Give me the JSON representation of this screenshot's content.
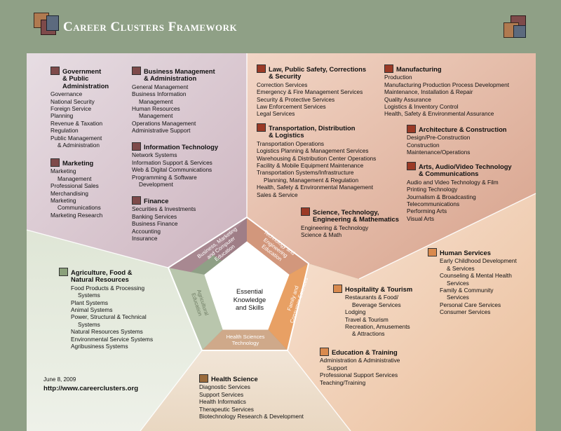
{
  "header": {
    "title": "Career Clusters Framework",
    "bg_color": "#8fa086"
  },
  "center": {
    "label": "Essential\nKnowledge\nand Skills"
  },
  "pathways": {
    "business": "Business, Marketing\nand Computer\nEducation",
    "technology": "Technology and\nEngineering\nEducation",
    "family": "Family and\nConsumer Sciences",
    "health": "Health Sciences\nTechnology",
    "agricultural": "Agricultural\nEducation"
  },
  "clusters": {
    "government": {
      "title": "Government\n& Public\nAdministration",
      "color": "#7e4a4a",
      "items": [
        "Governance",
        "National Security",
        "Foreign Service",
        "Planning",
        "Revenue & Taxation",
        "Regulation",
        "Public Management\n& Administration"
      ]
    },
    "business_mgmt": {
      "title": "Business Management\n& Administration",
      "color": "#7e4a4a",
      "items": [
        "General Management",
        "Business Information\nManagement",
        "Human Resources\nManagement",
        "Operations Management",
        "Administrative Support"
      ]
    },
    "marketing": {
      "title": "Marketing",
      "color": "#7e4a4a",
      "items": [
        "Marketing\nManagement",
        "Professional Sales",
        "Merchandising",
        "Marketing\nCommunications",
        "Marketing Research"
      ]
    },
    "info_tech": {
      "title": "Information Technology",
      "color": "#7e4a4a",
      "items": [
        "Network Systems",
        "Information Support & Services",
        "Web & Digital Communications",
        "Programming & Software\nDevelopment"
      ]
    },
    "finance": {
      "title": "Finance",
      "color": "#7e4a4a",
      "items": [
        "Securities & Investments",
        "Banking Services",
        "Business Finance",
        "Accounting",
        "Insurance"
      ]
    },
    "law": {
      "title": "Law, Public Safety, Corrections\n& Security",
      "color": "#9b3a26",
      "items": [
        "Correction Services",
        "Emergency & Fire Management Services",
        "Security & Protective Services",
        "Law Enforcement Services",
        "Legal Services"
      ]
    },
    "manufacturing": {
      "title": "Manufacturing",
      "color": "#9b3a26",
      "items": [
        "Production",
        "Manufacturing Production Process Development",
        "Maintenance, Installation & Repair",
        "Quality Assurance",
        "Logistics & Inventory Control",
        "Health, Safety & Environmental Assurance"
      ]
    },
    "transportation": {
      "title": "Transportation, Distribution\n& Logistics",
      "color": "#9b3a26",
      "items": [
        "Transportation Operations",
        "Logistics Planning & Management Services",
        "Warehousing & Distribution Center Operations",
        "Facility & Mobile Equipment Maintenance",
        "Transportation Systems/Infrastructure\nPlanning, Management & Regulation",
        "Health, Safety & Environmental Management",
        "Sales & Service"
      ]
    },
    "architecture": {
      "title": "Architecture & Construction",
      "color": "#9b3a26",
      "items": [
        "Design/Pre-Construction",
        "Construction",
        "Maintenance/Operations"
      ]
    },
    "arts": {
      "title": "Arts, Audio/Video Technology\n& Communications",
      "color": "#9b3a26",
      "items": [
        "Audio and Video Technology & Film",
        "Printing Technology",
        "Journalism & Broadcasting",
        "Telecommunications",
        "Performing Arts",
        "Visual Arts"
      ]
    },
    "stem": {
      "title": "Science, Technology,\nEngineering & Mathematics",
      "color": "#9b3a26",
      "items": [
        "Engineering & Technology",
        "Science & Math"
      ]
    },
    "agriculture": {
      "title": "Agriculture, Food &\nNatural Resources",
      "color": "#8aa07a",
      "items": [
        "Food Products & Processing\nSystems",
        "Plant Systems",
        "Animal Systems",
        "Power, Structural & Technical\nSystems",
        "Natural Resources Systems",
        "Environmental Service Systems",
        "Agribusiness Systems"
      ]
    },
    "human_services": {
      "title": "Human Services",
      "color": "#d98a4e",
      "items": [
        "Early Childhood Development\n& Services",
        "Counseling & Mental Health\nServices",
        "Family & Community\nServices",
        "Personal Care Services",
        "Consumer Services"
      ]
    },
    "hospitality": {
      "title": "Hospitality & Tourism",
      "color": "#d98a4e",
      "items": [
        "Restaurants & Food/\nBeverage Services",
        "Lodging",
        "Travel & Tourism",
        "Recreation, Amusements\n& Attractions"
      ]
    },
    "education": {
      "title": "Education & Training",
      "color": "#d98a4e",
      "items": [
        "Administration & Administrative\nSupport",
        "Professional Support Services",
        "Teaching/Training"
      ]
    },
    "health": {
      "title": "Health Science",
      "color": "#9a6a3a",
      "items": [
        "Diagnostic Services",
        "Support Services",
        "Health Informatics",
        "Therapeutic Services",
        "Biotechnology Research & Development"
      ]
    }
  },
  "footer": {
    "date": "June 8, 2009",
    "url": "http://www.careerclusters.org"
  }
}
